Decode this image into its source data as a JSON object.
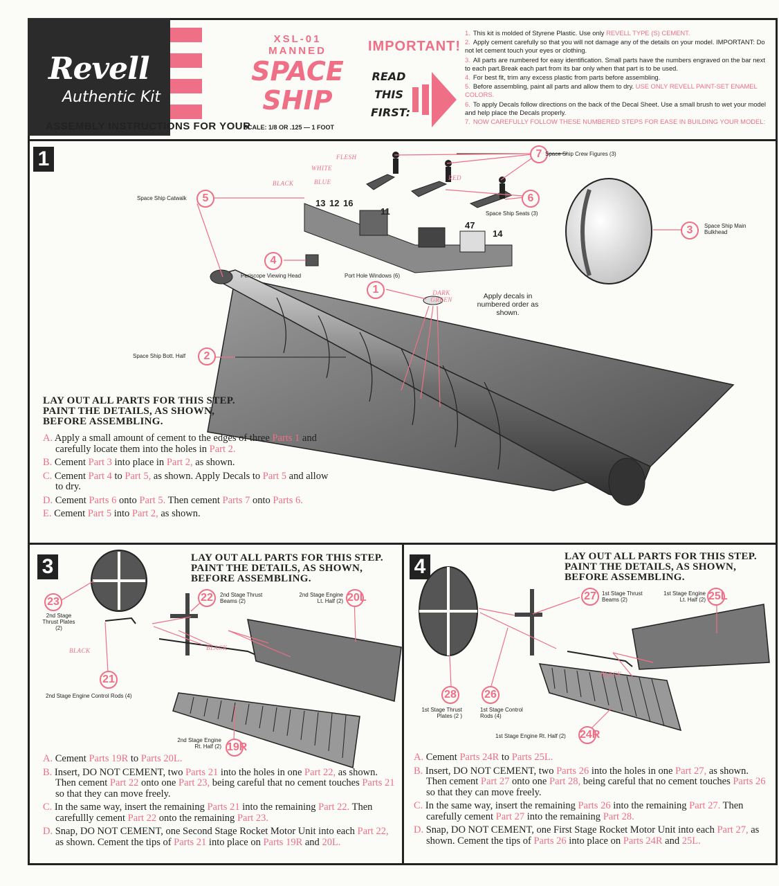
{
  "header": {
    "brand": "Revell",
    "brand_sub": "Authentic Kit",
    "subtitle": "ASSEMBLY INSTRUCTIONS FOR YOUR",
    "kicker_1": "XSL-01",
    "kicker_2": "MANNED",
    "title_1": "SPACE",
    "title_2": "SHIP",
    "scale": "SCALE: 1/8 OR .125 — 1 FOOT",
    "important": "IMPORTANT!",
    "read_1": "READ",
    "read_2": "THIS",
    "read_3": "FIRST:"
  },
  "notes": [
    {
      "num": "1.",
      "text": "This kit is molded of Styrene Plastic. Use only ",
      "accent": "REVELL TYPE (S) CEMENT.",
      "tail": ""
    },
    {
      "num": "2.",
      "text": "Apply cement carefully so that you will not damage any of the details on your model. IMPORTANT: Do not let cement touch your eyes or clothing.",
      "accent": "",
      "tail": ""
    },
    {
      "num": "3.",
      "text": "All parts are numbered for easy identification. Small parts have the numbers engraved on the bar next to each part.Break each part from its bar only when that part is to be used.",
      "accent": "",
      "tail": ""
    },
    {
      "num": "4.",
      "text": "For best fit, trim any excess plastic from parts before assembling.",
      "accent": "",
      "tail": ""
    },
    {
      "num": "5.",
      "text": "Before assembling, paint all parts and allow them to dry. ",
      "accent": "USE ONLY REVELL PAINT-SET ENAMEL COLORS.",
      "tail": ""
    },
    {
      "num": "6.",
      "text": "To apply Decals follow directions on the back of the Decal Sheet. Use a small brush to wet your model and help place the Decals properly.",
      "accent": "",
      "tail": ""
    },
    {
      "num": "7.",
      "text": "",
      "accent": "NOW CAREFULLY FOLLOW THESE NUMBERED STEPS FOR EASE IN BUILDING YOUR MODEL:",
      "tail": ""
    }
  ],
  "step1": {
    "number": "1",
    "heading": "LAY OUT ALL PARTS FOR THIS STEP. PAINT THE DETAILS, AS SHOWN, BEFORE ASSEMBLING.",
    "callouts": {
      "c7": "Space Ship Crew Figures (3)",
      "c6": "Space Ship Seats (3)",
      "c5": "Space Ship Catwalk",
      "c4": "Periscope Viewing Head",
      "c3": "Space Ship Main Bulkhead",
      "c2": "Space Ship Bott. Half",
      "c1": "Port Hole Windows (6)"
    },
    "colors": {
      "flesh": "FLESH",
      "white": "WHITE",
      "black": "BLACK",
      "blue": "BLUE",
      "red": "RED",
      "dark_green": "DARK GREEN"
    },
    "part_numbers": [
      "13",
      "12",
      "16",
      "11",
      "47",
      "14"
    ],
    "decal_note": "Apply decals in numbered order as shown.",
    "instructions": [
      {
        "letter": "A.",
        "html": "Apply a small amount of cement to the edges of three <span class='part'>Parts 1</span> and carefully locate them into the holes in <span class='part'>Part 2.</span>"
      },
      {
        "letter": "B.",
        "html": "Cement <span class='part'>Part 3</span> into place in <span class='part'>Part 2,</span> as shown."
      },
      {
        "letter": "C.",
        "html": "Cement <span class='part'>Part 4</span> to <span class='part'>Part 5,</span> as shown. Apply Decals to <span class='part'>Part 5</span> and allow to dry."
      },
      {
        "letter": "D.",
        "html": "Cement <span class='part'>Parts 6</span> onto <span class='part'>Part 5.</span> Then cement <span class='part'>Parts 7</span> onto <span class='part'>Parts 6.</span>"
      },
      {
        "letter": "E.",
        "html": "Cement <span class='part'>Part 5</span> into <span class='part'>Part 2,</span> as shown."
      }
    ]
  },
  "step3": {
    "number": "3",
    "heading": "LAY OUT ALL PARTS FOR THIS STEP. PAINT THE DETAILS, AS SHOWN, BEFORE ASSEMBLING.",
    "callouts": {
      "c23": "2nd Stage Thrust Plates (2)",
      "c22": "2nd Stage Thrust Beams (2)",
      "c20l": "2nd Stage Engine Lt. Half (2)",
      "c21": "2nd Stage Engine Control Rods (4)",
      "c19r": "2nd Stage Engine Rt. Half (2)"
    },
    "colors": {
      "black1": "BLACK",
      "black2": "BLACK"
    },
    "instructions": [
      {
        "letter": "A.",
        "html": "Cement <span class='part'>Parts 19R</span> to <span class='part'>Parts 20L.</span>"
      },
      {
        "letter": "B.",
        "html": "Insert, DO NOT CEMENT, two <span class='part'>Parts 21</span> into the holes in one <span class='part'>Part 22,</span> as shown. Then cement <span class='part'>Part 22</span> onto one <span class='part'>Part 23,</span> being careful that no cement touches <span class='part'>Parts 21</span> so that they can move freely."
      },
      {
        "letter": "C.",
        "html": "In the same way, insert the remaining <span class='part'>Parts 21</span> into the remaining <span class='part'>Part 22.</span> Then carefullly cement <span class='part'>Part 22</span> onto the remaining <span class='part'>Part 23.</span>"
      },
      {
        "letter": "D.",
        "html": "Snap, DO NOT CEMENT, one Second Stage Rocket Motor Unit into each <span class='part'>Part 22,</span> as shown. Cement the tips of <span class='part'>Parts 21</span> into place on <span class='part'>Parts 19R</span> and <span class='part'>20L.</span>"
      }
    ]
  },
  "step4": {
    "number": "4",
    "heading": "LAY OUT ALL PARTS FOR THIS STEP. PAINT THE DETAILS, AS SHOWN, BEFORE ASSEMBLING.",
    "callouts": {
      "c27": "1st Stage Thrust Beams (2)",
      "c25l": "1st Stage Engine Lt. Half (2)",
      "c28": "1st Stage Thrust Plates (2 )",
      "c26": "1st Stage Control Rods (4)",
      "c24r": "1st Stage Engine Rt. Half (2)"
    },
    "colors": {
      "black": "BLACK"
    },
    "instructions": [
      {
        "letter": "A.",
        "html": "Cement <span class='part'>Parts 24R</span> to <span class='part'>Parts 25L.</span>"
      },
      {
        "letter": "B.",
        "html": "Insert, DO NOT CEMENT, two <span class='part'>Parts 26</span> into the holes in one <span class='part'>Part 27,</span> as shown. Then cement <span class='part'>Part 27</span> onto one <span class='part'>Part 28,</span> being careful that no cement touches <span class='part'>Parts 26</span> so that they can move freely."
      },
      {
        "letter": "C.",
        "html": "In the same way, insert the remaining <span class='part'>Parts 26</span> into the remaining <span class='part'>Part 27.</span> Then carefully cement <span class='part'>Part 27</span> into the remaining <span class='part'>Part 28.</span>"
      },
      {
        "letter": "D.",
        "html": "Snap, DO NOT CEMENT, one First Stage Rocket Motor Unit into each <span class='part'>Part 27,</span> as shown. Cement the tips of <span class='part'>Parts 26</span> into place on <span class='part'>Parts 24R</span> and <span class='part'>25L.</span>"
      }
    ]
  }
}
